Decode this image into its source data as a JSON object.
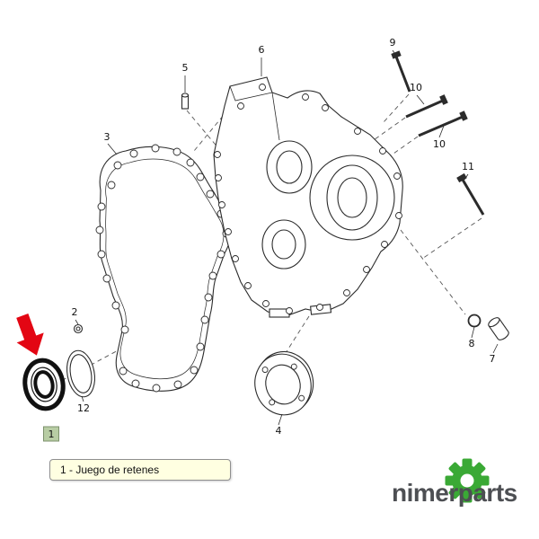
{
  "page": {
    "background": "#ffffff"
  },
  "diagram": {
    "description": "exploded-view-engine-timing-cover",
    "labels": {
      "p1": "1",
      "p2": "2",
      "p3": "3",
      "p4": "4",
      "p5": "5",
      "p6": "6",
      "p7": "7",
      "p8": "8",
      "p9": "9",
      "p10a": "10",
      "p10b": "10",
      "p11": "11",
      "p12": "12"
    },
    "selected_part": "1"
  },
  "tooltip": {
    "text": "1 - Juego de retenes"
  },
  "brand": {
    "name": "nimerparts"
  },
  "colors": {
    "line": "#2b2b2b",
    "arrow_red": "#e30613",
    "highlight_fill": "#b8cda4",
    "highlight_border": "#7d916c",
    "tooltip_bg": "#ffffe1",
    "tooltip_border": "#8f8f8f",
    "brand_green": "#3aa935",
    "brand_text": "#4d4f53"
  }
}
